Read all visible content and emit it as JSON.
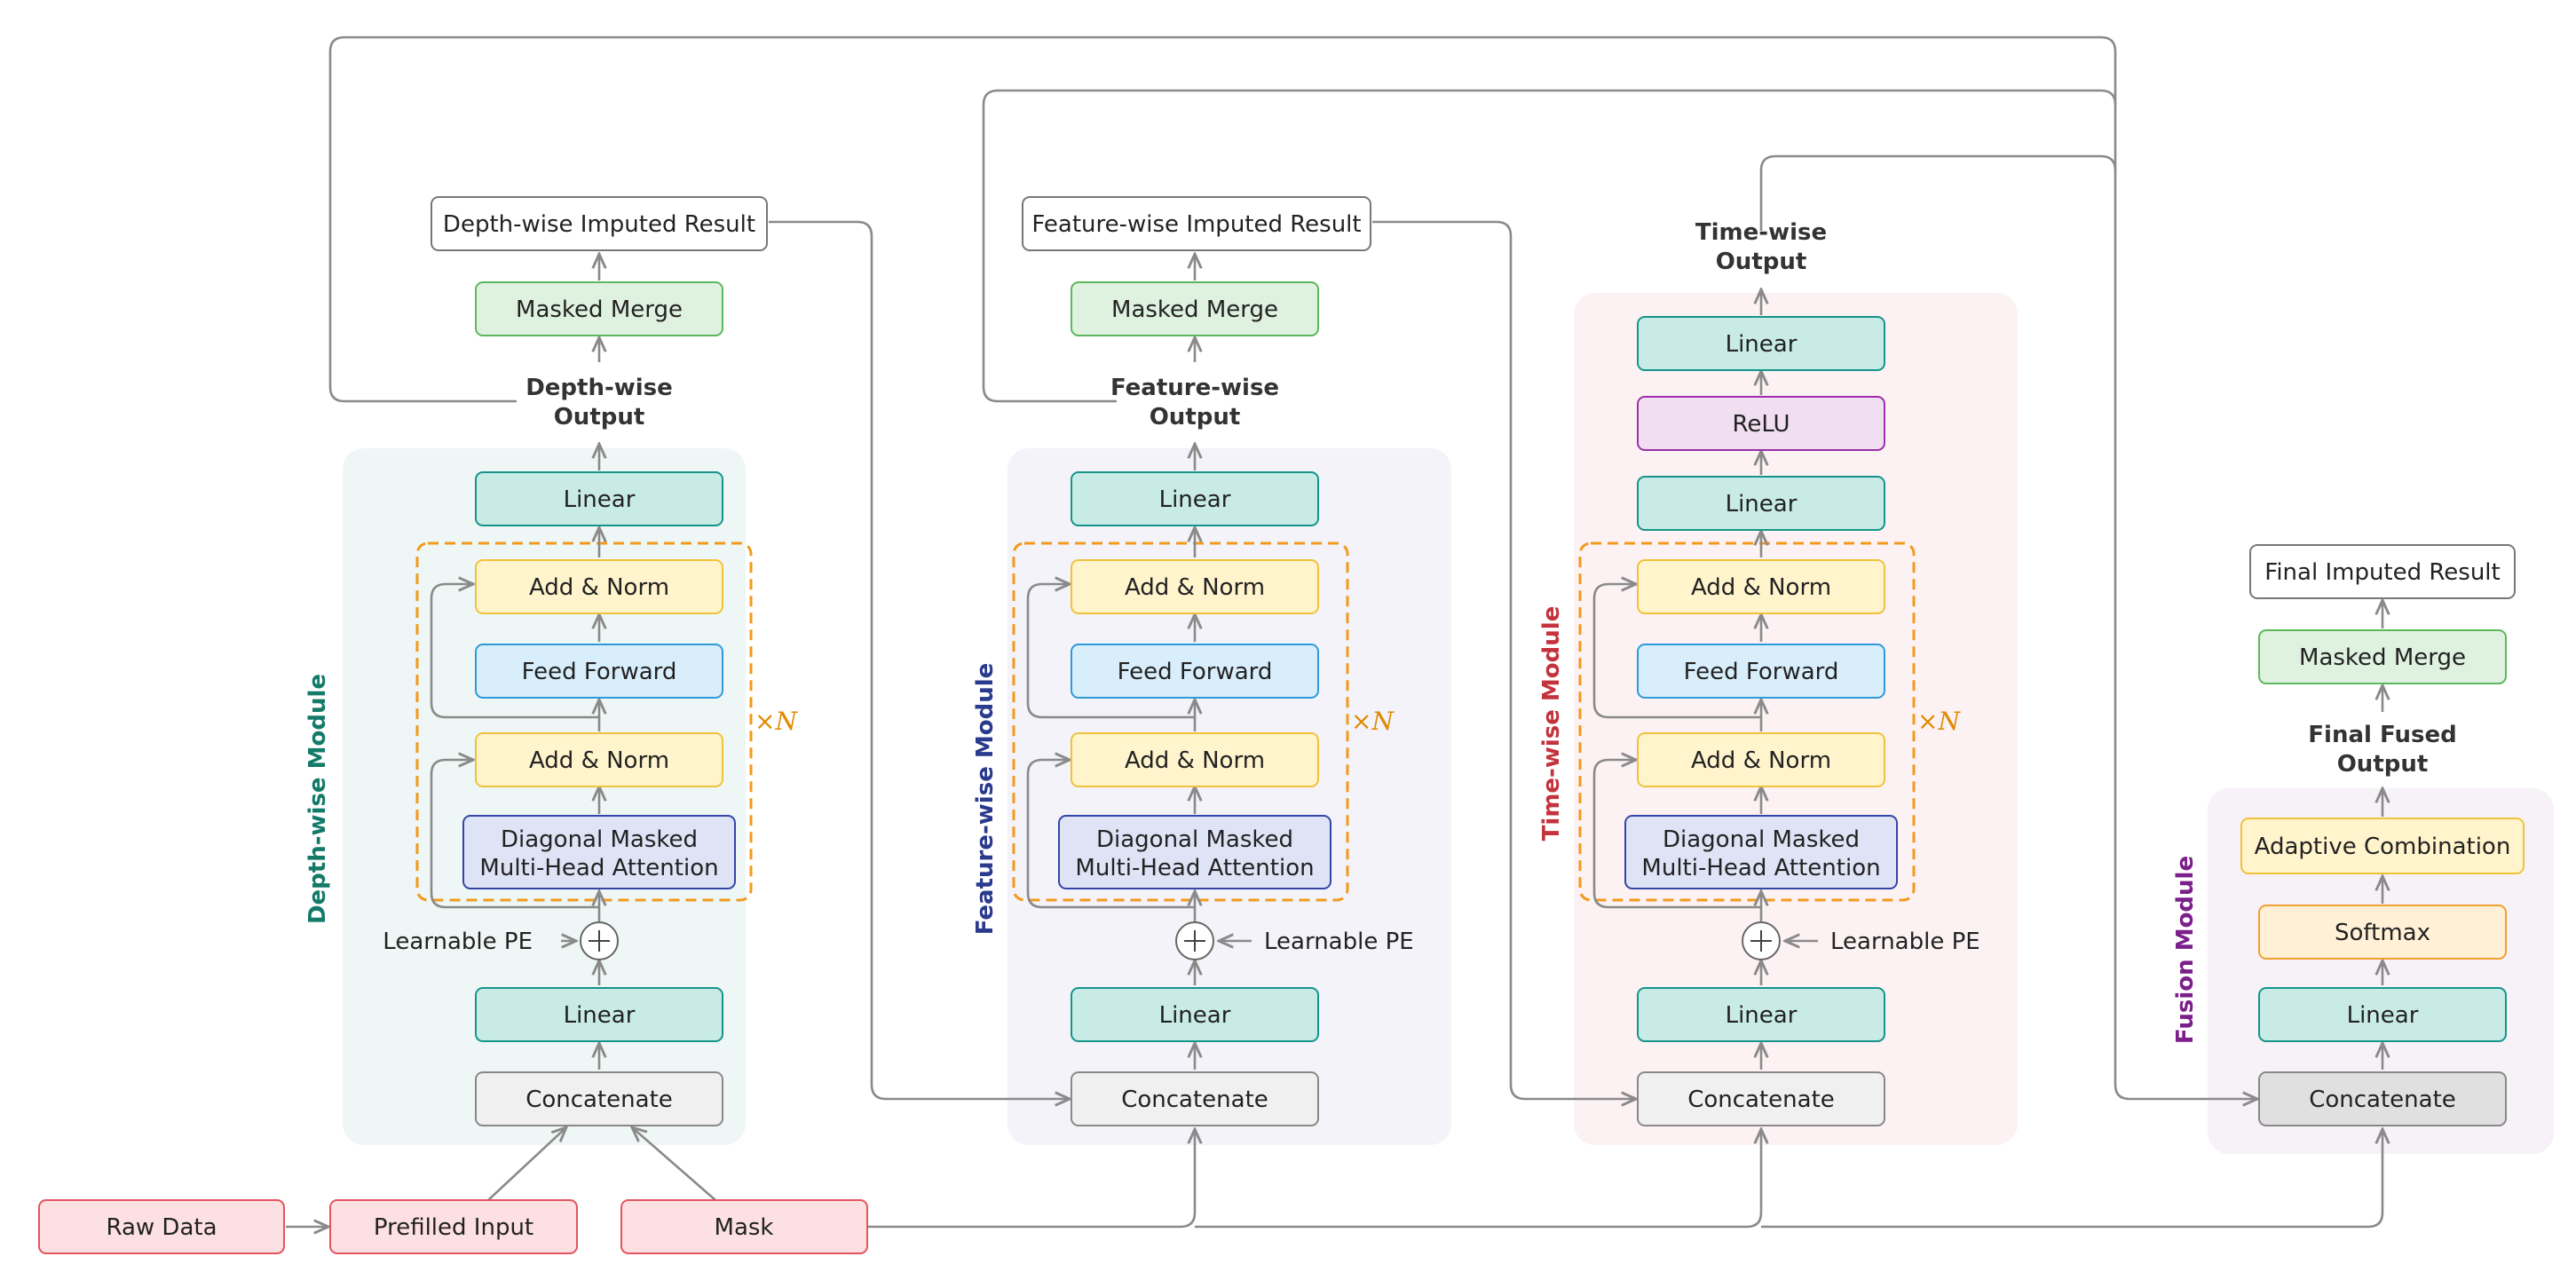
{
  "colors": {
    "teal_fill": "#c8ebe6",
    "teal_stroke": "#15958a",
    "yellow_fill": "#fff4cc",
    "yellow_stroke": "#f0c23a",
    "blue_fill": "#d8eefb",
    "blue_stroke": "#2f9ad9",
    "indigo_fill": "#dfe3f6",
    "indigo_stroke": "#3346a8",
    "green_fill": "#dff1df",
    "green_stroke": "#5cb85c",
    "red_fill": "#fde0e2",
    "red_stroke": "#e25560",
    "gray_fill": "#f0f0f0",
    "gray_stroke": "#888888",
    "purple_fill": "#f1dff1",
    "purple_stroke": "#9b30a8",
    "orange_fill": "#fff0d6",
    "orange_stroke": "#f0a030",
    "dashed_orange": "#f29a1c",
    "depth_bg": "#eef7f5",
    "feature_bg": "#f3f3f9",
    "time_bg": "#fdf2f3",
    "fusion_bg": "#f6f2f8",
    "depth_label": "#137a6a",
    "feature_label": "#2a3a8c",
    "time_label": "#c4333d",
    "fusion_label": "#7b1f8a"
  },
  "inputs": {
    "raw_data": "Raw Data",
    "prefilled_input": "Prefilled Input",
    "mask": "Mask"
  },
  "modules": {
    "depth": {
      "label": "Depth-wise Module",
      "concatenate": "Concatenate",
      "linear_in": "Linear",
      "learnable_pe": "Learnable PE",
      "attention_line1": "Diagonal Masked",
      "attention_line2": "Multi-Head Attention",
      "add_norm_1": "Add & Norm",
      "feed_forward": "Feed Forward",
      "add_norm_2": "Add & Norm",
      "linear_out": "Linear",
      "output_line1": "Depth-wise",
      "output_line2": "Output",
      "masked_merge": "Masked Merge",
      "imputed_result": "Depth-wise Imputed Result",
      "repeat": "×N"
    },
    "feature": {
      "label": "Feature-wise Module",
      "concatenate": "Concatenate",
      "linear_in": "Linear",
      "learnable_pe": "Learnable PE",
      "attention_line1": "Diagonal Masked",
      "attention_line2": "Multi-Head Attention",
      "add_norm_1": "Add & Norm",
      "feed_forward": "Feed Forward",
      "add_norm_2": "Add & Norm",
      "linear_out": "Linear",
      "output_line1": "Feature-wise",
      "output_line2": "Output",
      "masked_merge": "Masked Merge",
      "imputed_result": "Feature-wise Imputed Result",
      "repeat": "×N"
    },
    "time": {
      "label": "Time-wise Module",
      "concatenate": "Concatenate",
      "linear_in": "Linear",
      "learnable_pe": "Learnable PE",
      "attention_line1": "Diagonal Masked",
      "attention_line2": "Multi-Head Attention",
      "add_norm_1": "Add & Norm",
      "feed_forward": "Feed Forward",
      "add_norm_2": "Add & Norm",
      "linear_1": "Linear",
      "relu": "ReLU",
      "linear_2": "Linear",
      "output_line1": "Time-wise",
      "output_line2": "Output",
      "repeat": "×N"
    },
    "fusion": {
      "label": "Fusion Module",
      "concatenate": "Concatenate",
      "linear": "Linear",
      "softmax": "Softmax",
      "adaptive_combination": "Adaptive Combination",
      "output_line1": "Final Fused",
      "output_line2": "Output",
      "masked_merge": "Masked Merge",
      "final_result": "Final Imputed Result"
    }
  }
}
